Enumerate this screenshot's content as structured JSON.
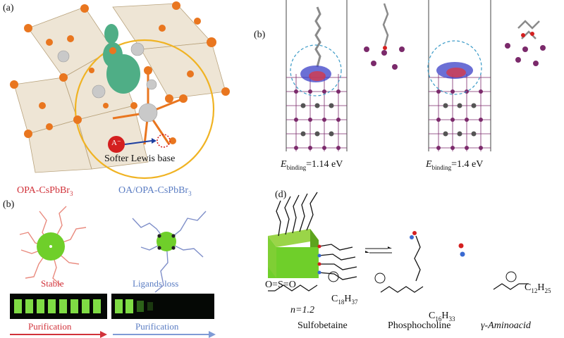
{
  "figure": {
    "panel_a": {
      "label": "(a)",
      "anion_label": "A⁻",
      "caption": "Softer Lewis base"
    },
    "panel_b_top": {
      "label": "(b)",
      "energy_left_prefix": "E",
      "energy_left_sub": "binding",
      "energy_left_value": "=1.14 eV",
      "energy_right_prefix": "E",
      "energy_right_sub": "binding",
      "energy_right_value": "=1.4 eV"
    },
    "panel_b_bottom": {
      "label": "(b)",
      "title_left_main": "OPA-CsPbBr",
      "title_left_sub": "3",
      "title_right_main": "OA/OPA-CsPbBr",
      "title_right_sub": "3",
      "status_left": "Stable",
      "status_right": "Ligands loss",
      "arrow_left": "Purification",
      "arrow_right": "Purification"
    },
    "panel_d": {
      "label": "(d)",
      "n_label": "n=1.2",
      "c18": "C",
      "c18_sub": "18",
      "c18_h": "H",
      "c18_hsub": "37",
      "c16": "C",
      "c16_sub": "16",
      "c16_h": "H",
      "c16_hsub": "33",
      "c12": "C",
      "c12_sub": "12",
      "c12_h": "H",
      "c12_hsub": "25",
      "name_1": "Sulfobetaine",
      "name_2": "Phosphocholine",
      "name_3": "γ-Aminoacid"
    },
    "colors": {
      "orange": "#e9761f",
      "teal": "#4fae86",
      "red_text": "#d1323a",
      "blue_text": "#5b7dc3",
      "green": "#6fcf2a",
      "purple": "#7b2a6b",
      "ring": "#f0b323"
    }
  }
}
